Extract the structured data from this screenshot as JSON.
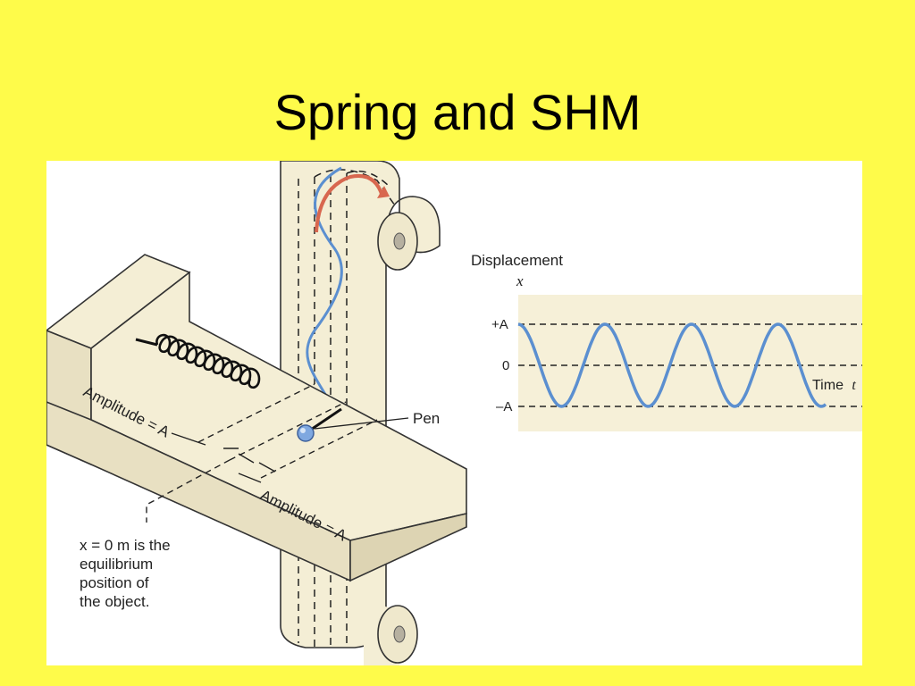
{
  "slide": {
    "title": "Spring and SHM"
  },
  "diagram": {
    "amplitude_label_upper": "Amplitude = A",
    "amplitude_label_lower": "Amplitude = A",
    "pen_label": "Pen",
    "equilibrium_note": [
      "x = 0 m is the",
      "equilibrium",
      "position  of",
      "the object."
    ]
  },
  "graph": {
    "y_title": "Displacement",
    "y_symbol": "x",
    "tick_plus": "+A",
    "tick_zero": "0",
    "tick_minus": "–A",
    "x_title": "Time",
    "x_symbol": "t",
    "trace_color": "#5b8fd0",
    "panel_color": "#f6f0d8"
  },
  "colors": {
    "background": "#fefb4a",
    "arrow": "#d8674f",
    "surface": "#f4eed5"
  }
}
